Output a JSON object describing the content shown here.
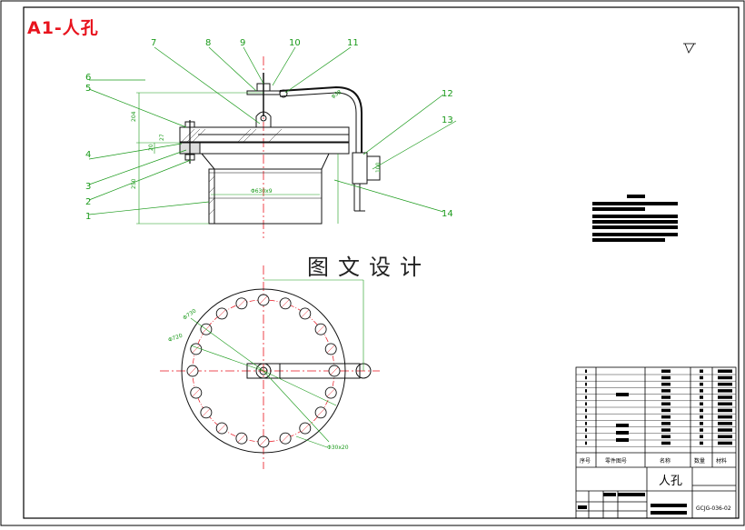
{
  "drawing": {
    "title": "A1-人孔",
    "watermark": "图文设计"
  },
  "callouts": [
    "1",
    "2",
    "3",
    "4",
    "5",
    "6",
    "7",
    "8",
    "9",
    "10",
    "11",
    "12",
    "13",
    "14"
  ],
  "dimensions": {
    "height_total": "204",
    "height_lower": "250",
    "height_small": "20",
    "flange_thk": "27",
    "pipe_len": "100",
    "pipe_ann": "φ38",
    "shell_dia": "Φ630x9",
    "pcd_outer": "Φ730",
    "pcd_bolts": "Φ720",
    "bolt_hole": "Φ30x20"
  },
  "title_block": {
    "header_cols": [
      "序号",
      "零件图号",
      "名称",
      "数量",
      "材料"
    ],
    "drawing_name": "人孔",
    "drawing_code": "GCJG-036-02"
  },
  "colors": {
    "frame": "#000000",
    "drawing": "#1a1a1a",
    "centerline": "#e8141e",
    "leader": "#1a9a1a",
    "title": "#e8141e"
  }
}
